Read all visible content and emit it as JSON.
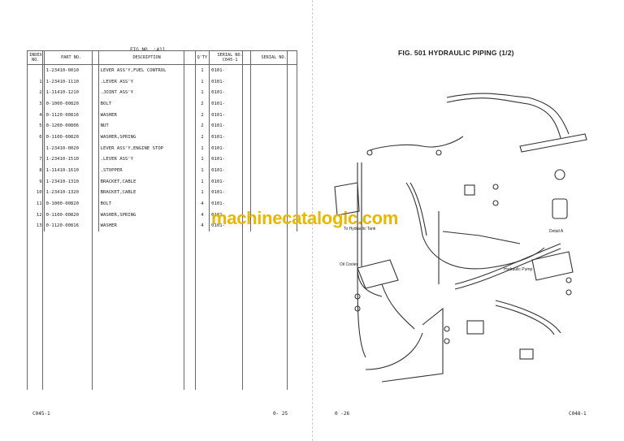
{
  "left_page": {
    "fig_label": "FIG NO. :411",
    "headers": {
      "index": "INDEX NO.",
      "part": "PART NO.",
      "description": "DESCRIPTION",
      "qty": "Q'TY",
      "serial": "SERIAL NO. C045-1",
      "serial2": "SERIAL NO."
    },
    "rows": [
      {
        "idx": "",
        "part": "1-23410-0010",
        "desc": "LEVER ASS'Y,FUEL CONTROL",
        "qty": "1",
        "serial": "0101-"
      },
      {
        "idx": "1",
        "part": "1-23410-1110",
        "desc": ".LEVER ASS'Y",
        "qty": "1",
        "serial": "0101-"
      },
      {
        "idx": "2",
        "part": "1-11410-1210",
        "desc": ".JOINT ASS'Y",
        "qty": "1",
        "serial": "0101-"
      },
      {
        "idx": "3",
        "part": "0-1000-00820",
        "desc": "BOLT",
        "qty": "2",
        "serial": "0101-"
      },
      {
        "idx": "4",
        "part": "0-1120-00816",
        "desc": "WASHER",
        "qty": "2",
        "serial": "0101-"
      },
      {
        "idx": "5",
        "part": "0-1200-00806",
        "desc": "NUT",
        "qty": "2",
        "serial": "0101-"
      },
      {
        "idx": "6",
        "part": "0-1100-00820",
        "desc": "WASHER,SPRING",
        "qty": "2",
        "serial": "0101-"
      },
      {
        "idx": "",
        "part": "1-23410-0020",
        "desc": "LEVER ASS'Y,ENGINE STOP",
        "qty": "1",
        "serial": "0101-"
      },
      {
        "idx": "7",
        "part": "1-23410-1510",
        "desc": ".LEVER ASS'Y",
        "qty": "1",
        "serial": "0101-"
      },
      {
        "idx": "8",
        "part": "1-11410-1610",
        "desc": ".STOPPER",
        "qty": "1",
        "serial": "0101-"
      },
      {
        "idx": "9",
        "part": "1-23410-1310",
        "desc": "BRACKET,CABLE",
        "qty": "1",
        "serial": "0101-"
      },
      {
        "idx": "10",
        "part": "1-23410-1320",
        "desc": "BRACKET,CABLE",
        "qty": "1",
        "serial": "0101-"
      },
      {
        "idx": "11",
        "part": "0-1000-00820",
        "desc": "BOLT",
        "qty": "4",
        "serial": "0101-"
      },
      {
        "idx": "12",
        "part": "0-1100-00820",
        "desc": "WASHER,SPRING",
        "qty": "4",
        "serial": "0101-"
      },
      {
        "idx": "13",
        "part": "0-1120-00816",
        "desc": "WASHER",
        "qty": "4",
        "serial": "0101-"
      }
    ],
    "footer_left": "C045-1",
    "footer_right": "0- 25"
  },
  "right_page": {
    "title": "FIG. 501  HYDRAULIC PIPING (1/2)",
    "watermark": "machinecatalogic.com",
    "labels": {
      "hydraulic_tank": "To Hydraulic Tank",
      "oil_cooler": "Oil Cooler",
      "hydraulic_pump": "Hydraulic Pump",
      "detail_a": "Detail A"
    },
    "footer_left": "0 -26",
    "footer_right": "C048-1"
  }
}
